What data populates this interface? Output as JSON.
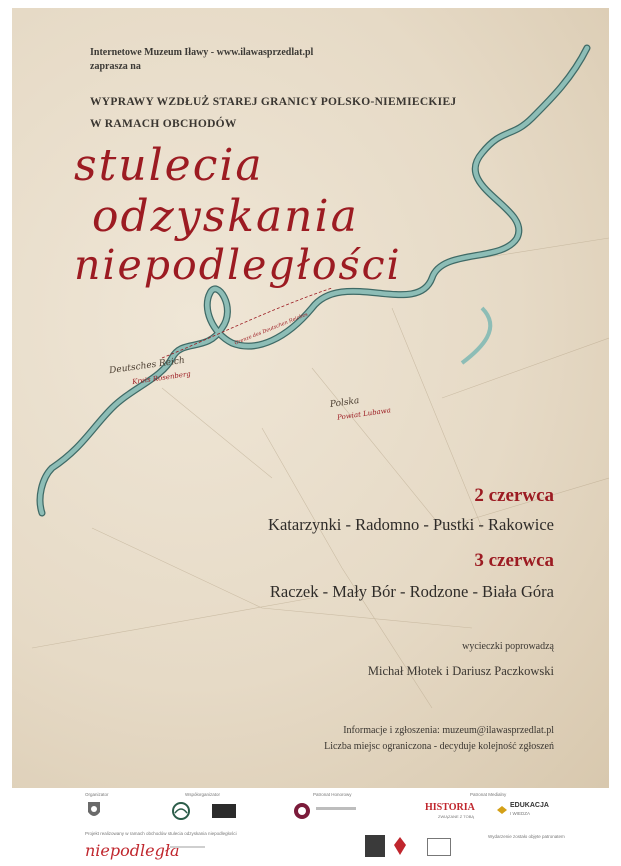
{
  "header": {
    "line1": "Internetowe Muzeum Iławy - www.ilawasprzedlat.pl",
    "line2": "zaprasza na",
    "title_line1": "WYPRAWY WZDŁUŻ STAREJ GRANICY POLSKO-NIEMIECKIEJ",
    "title_line2": "W RAMACH OBCHODÓW"
  },
  "script_title": {
    "line1": "stulecia",
    "line2": "odzyskania",
    "line3": "niepodległości"
  },
  "map_labels": {
    "deutsches_reich": "Deutsches Reich",
    "kreis": "Kreis Rosenberg",
    "polska": "Polska",
    "powiat": "Powiat Lubawa",
    "border_note": "Grenze des Deutschen Reiches"
  },
  "events": [
    {
      "date": "2 czerwca",
      "route": "Katarzynki - Radomno - Pustki - Rakowice"
    },
    {
      "date": "3 czerwca",
      "route": "Raczek - Mały Bór - Rodzone - Biała Góra"
    }
  ],
  "guides": {
    "intro": "wycieczki poprowadzą",
    "names": "Michał Młotek i Dariusz Paczkowski"
  },
  "contact": {
    "line1": "Informacje i zgłoszenia: muzeum@ilawasprzedlat.pl",
    "line2": "Liczba miejsc ograniczona - decyduje kolejność zgłoszeń"
  },
  "footer": {
    "organizer": "Organizator",
    "co_organizer": "Współorganizator",
    "honor_patron": "Patronat Honorowy",
    "media_patron": "Patronat Medialny",
    "project_note": "Projekt realizowany w ramach obchodów stulecia odzyskania niepodległości",
    "niepodlegla": "niepodległa",
    "historia": "HISTORIA",
    "historia_sub": "ZWIĄZANE Z TOBĄ",
    "edukacja": "EDUKACJA",
    "edukacja_sub": "I WIEDZA",
    "sponsor_note": "Wydarzenie zostało objęte patronatem"
  },
  "colors": {
    "accent_red": "#9c1b22",
    "river": "#7aa7a0",
    "paper": "#e6dac6"
  }
}
